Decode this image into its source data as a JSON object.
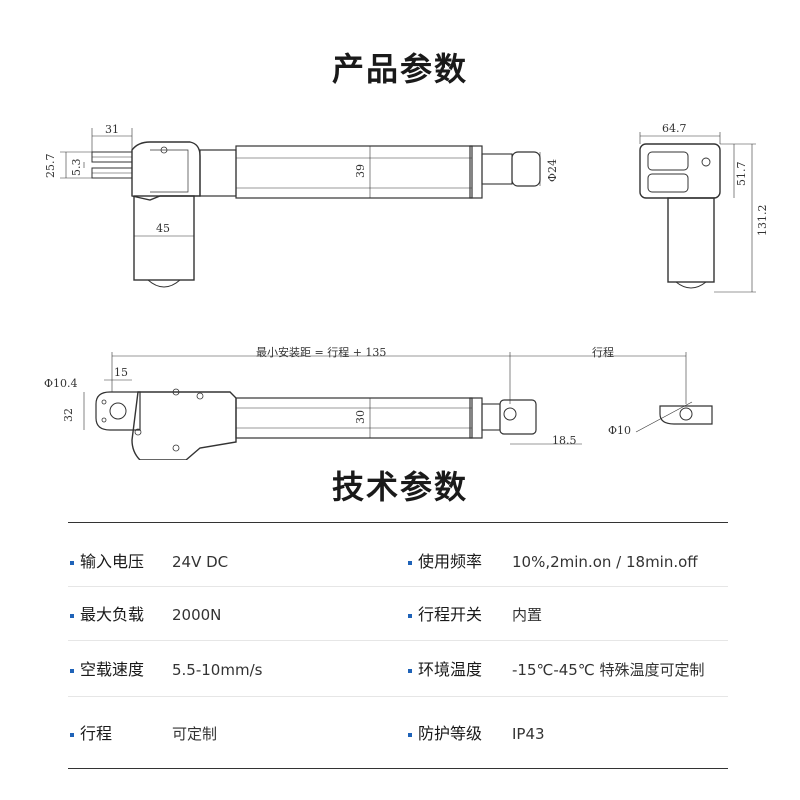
{
  "titles": {
    "product_params": "产品参数",
    "tech_params": "技术参数"
  },
  "dimensions": {
    "top_left": {
      "w31": "31",
      "h25_7": "25.7",
      "h5_3": "5.3",
      "h39": "39",
      "w45": "45",
      "d24": "Φ24"
    },
    "top_right": {
      "w64_7": "64.7",
      "h51_7": "51.7",
      "h131_2": "131.2"
    },
    "bottom": {
      "min_install": "最小安装距 = 行程 + 135",
      "stroke": "行程",
      "d10_4": "Φ10.4",
      "w15": "15",
      "h32": "32",
      "h30": "30",
      "w18_5": "18.5",
      "d10": "Φ10"
    }
  },
  "specs": [
    {
      "left": {
        "label": "输入电压",
        "value": "24V DC"
      },
      "right": {
        "label": "使用频率",
        "value": "10%,2min.on / 18min.off"
      }
    },
    {
      "left": {
        "label": "最大负载",
        "value": "2000N"
      },
      "right": {
        "label": "行程开关",
        "value": "内置"
      }
    },
    {
      "left": {
        "label": "空载速度",
        "value": "5.5-10mm/s"
      },
      "right": {
        "label": "环境温度",
        "value": "-15℃-45℃ 特殊温度可定制"
      }
    },
    {
      "left": {
        "label": "行程",
        "value": "可定制"
      },
      "right": {
        "label": "防护等级",
        "value": "IP43"
      }
    }
  ],
  "colors": {
    "bullet": "#1f63b8",
    "line": "#333333"
  }
}
